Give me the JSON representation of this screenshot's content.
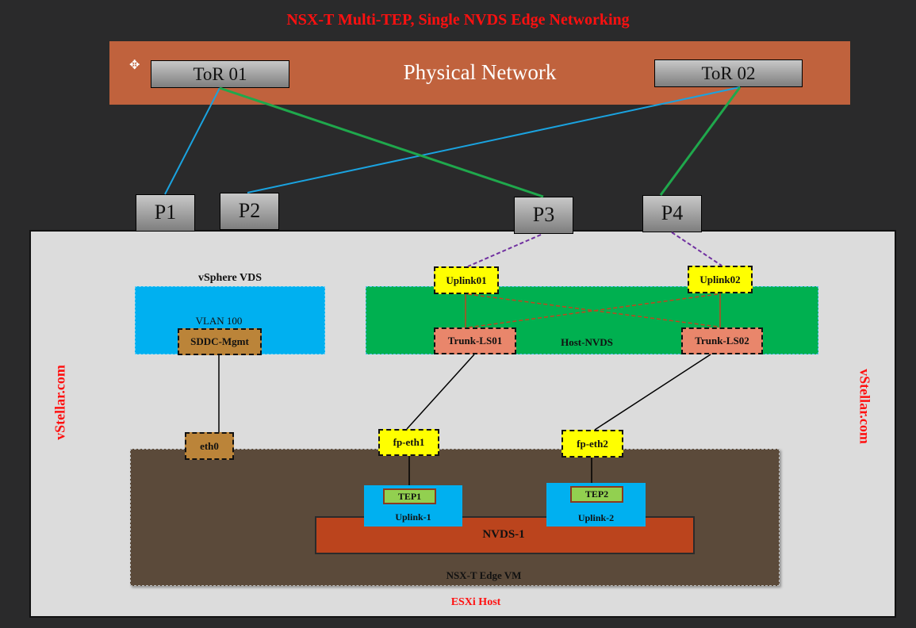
{
  "title": "NSX-T Multi-TEP, Single NVDS Edge Networking",
  "physical_network": {
    "label": "Physical Network",
    "switches": [
      {
        "id": "tor01",
        "label": "ToR 01"
      },
      {
        "id": "tor02",
        "label": "ToR 02"
      }
    ]
  },
  "ports": [
    {
      "id": "p1",
      "label": "P1"
    },
    {
      "id": "p2",
      "label": "P2"
    },
    {
      "id": "p3",
      "label": "P3"
    },
    {
      "id": "p4",
      "label": "P4"
    }
  ],
  "esxi_host": {
    "label": "ESXi Host",
    "watermark": "vStellar.com",
    "vsphere_vds": {
      "label": "vSphere VDS",
      "vlan_label": "VLAN 100",
      "portgroup": "SDDC-Mgmt"
    },
    "host_nvds": {
      "label": "Host-NVDS",
      "uplinks": [
        "Uplink01",
        "Uplink02"
      ],
      "trunks": [
        "Trunk-LS01",
        "Trunk-LS02"
      ]
    },
    "edge_vm": {
      "label": "NSX-T Edge VM",
      "interfaces": [
        "eth0",
        "fp-eth1",
        "fp-eth2"
      ],
      "nvds": {
        "label": "NVDS-1",
        "uplinks": [
          {
            "label": "Uplink-1",
            "tep": "TEP1"
          },
          {
            "label": "Uplink-2",
            "tep": "TEP2"
          }
        ]
      }
    }
  },
  "colors": {
    "title": "#ff1010",
    "physical_network": "#c0623d",
    "link_blue": "#1aa3e0",
    "link_green": "#1fa84c",
    "link_purple": "#7030a0",
    "host_nvds": "#00b050",
    "vds": "#00b0f0",
    "edge_vm": "#5b4a3a",
    "nvds1": "#bb441d"
  }
}
